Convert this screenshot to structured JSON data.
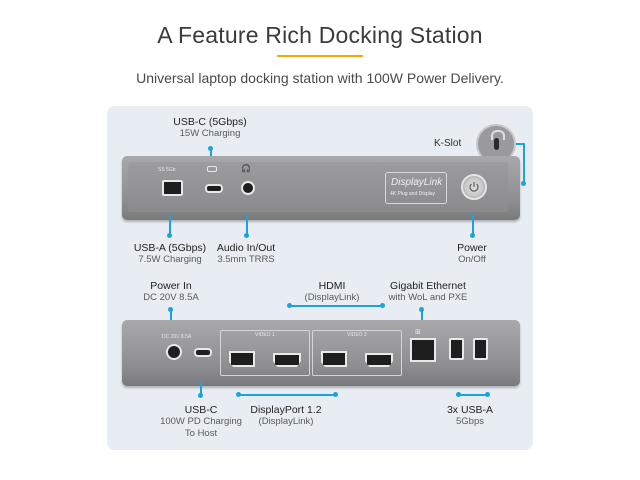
{
  "header": {
    "title": "A Feature Rich Docking Station",
    "subtitle": "Universal laptop docking station with 100W Power Delivery."
  },
  "front_labels": {
    "usbc": {
      "name": "USB-C (5Gbps)",
      "detail": "15W Charging"
    },
    "kslot": {
      "name": "K-Slot"
    },
    "usba": {
      "name": "USB-A (5Gbps)",
      "detail": "7.5W Charging"
    },
    "audio": {
      "name": "Audio In/Out",
      "detail": "3.5mm TRRS"
    },
    "power": {
      "name": "Power",
      "detail": "On/Off"
    }
  },
  "front_unit": {
    "port_marking_usba": "SS 5Gb",
    "displaylink_logo": "DisplayLink",
    "displaylink_badge": "4K Plug and Display"
  },
  "back_labels": {
    "power_in": {
      "name": "Power In",
      "detail": "DC 20V 8.5A"
    },
    "hdmi": {
      "name": "HDMI",
      "detail": "(DisplayLink)"
    },
    "ethernet": {
      "name": "Gigabit Ethernet",
      "detail": "with WoL and PXE"
    },
    "usbc": {
      "name": "USB-C",
      "detail": "100W PD Charging",
      "detail2": "To Host"
    },
    "displayport": {
      "name": "DisplayPort 1.2",
      "detail": "(DisplayLink)"
    },
    "usba": {
      "name": "3x USB-A",
      "detail": "5Gbps"
    }
  },
  "back_unit": {
    "dc_marking": "DC 20V 8.5A",
    "video_group_1": "VIDEO 1",
    "video_group_2": "VIDEO 2"
  },
  "colors": {
    "accent_rule": "#f2a900",
    "callout": "#1aa3e0",
    "panel_bg": "#e7edf3",
    "device_body": "#9a9a9d"
  }
}
